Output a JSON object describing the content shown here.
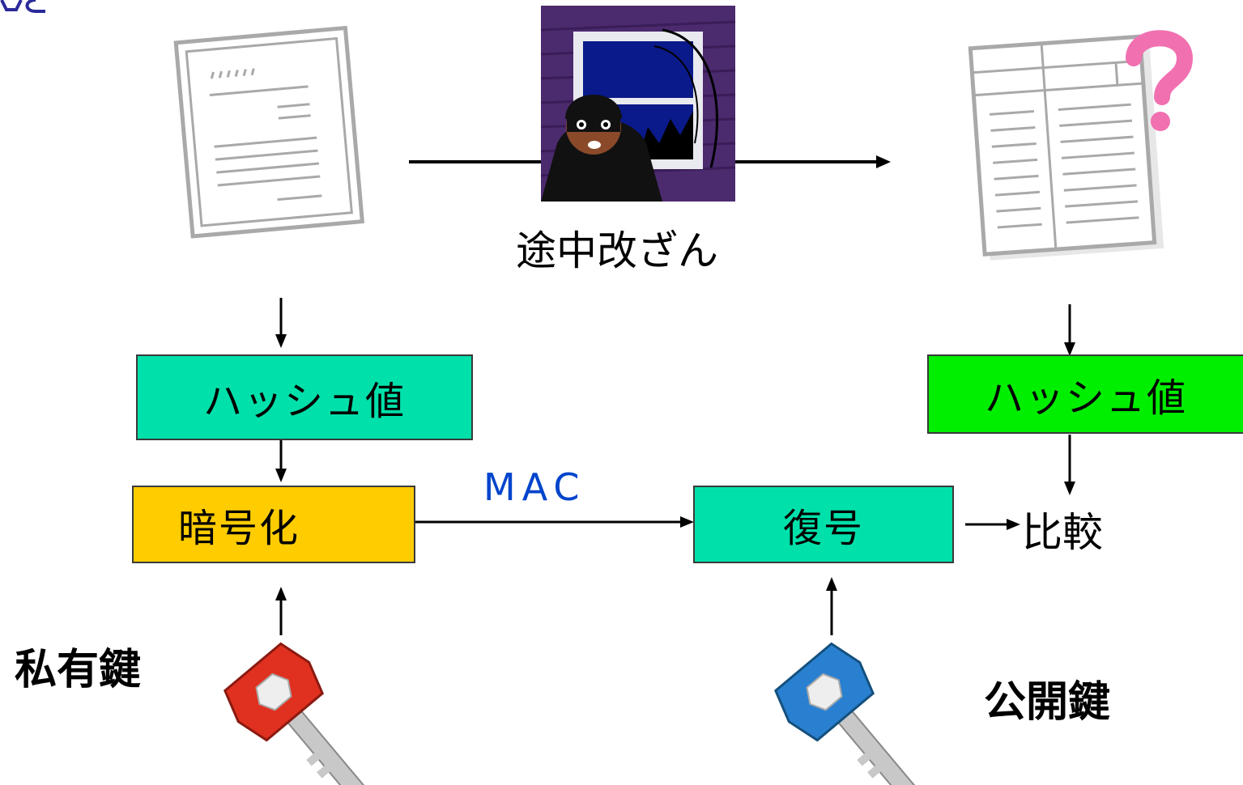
{
  "corner_logo": "logo-fragment",
  "tamper": {
    "label": "途中改ざん"
  },
  "sender": {
    "hash_label": "ハッシュ値",
    "encrypt_label": "暗号化",
    "key_label": "私有鍵",
    "key_icon": "red-key-icon"
  },
  "receiver": {
    "hash_label": "ハッシュ値",
    "decrypt_label": "復号",
    "compare_label": "比較",
    "key_label": "公開鍵",
    "key_icon": "blue-key-icon"
  },
  "mac_label": "MAC",
  "colors": {
    "hash_box": "#00e0aa",
    "receiver_hash_box": "#00ee00",
    "encrypt_box": "#ffcc00",
    "decrypt_box": "#00e0aa",
    "mac_text": "#0044cc",
    "red_key": "#e03020",
    "blue_key": "#2a80d0",
    "question_mark": "#f070b0"
  }
}
